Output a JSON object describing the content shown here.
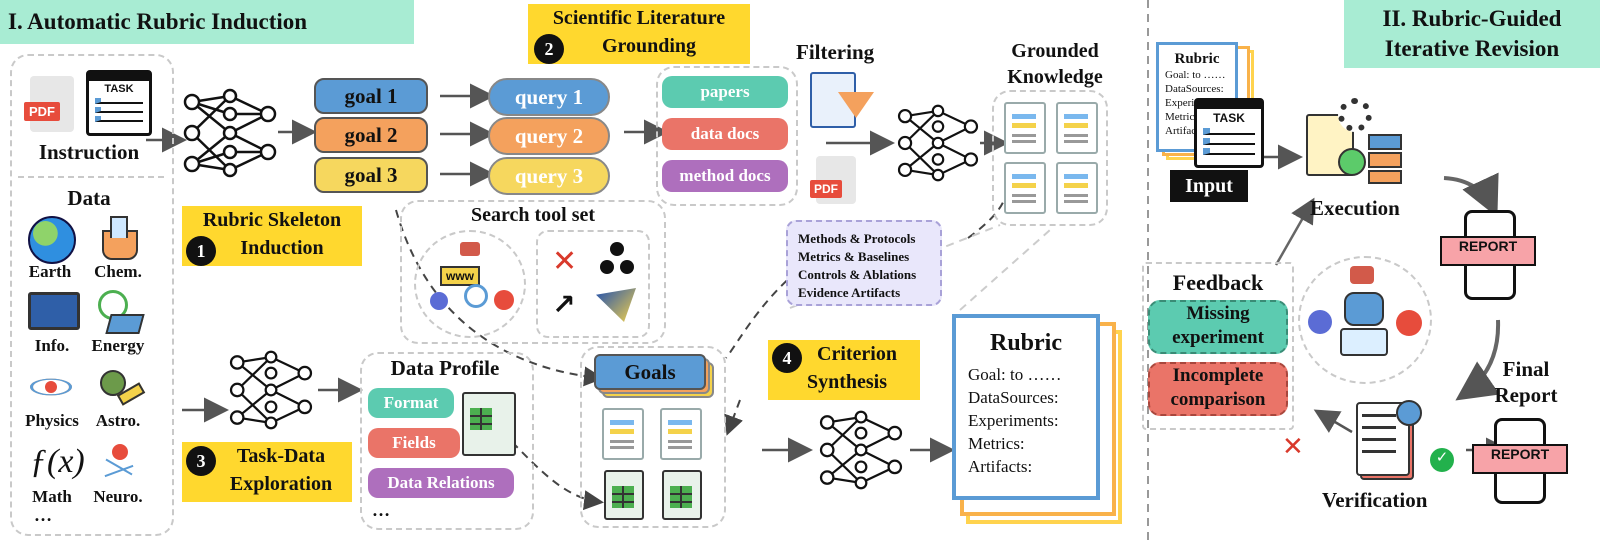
{
  "sections": {
    "left_title": "I. Automatic Rubric Induction",
    "right_title_line1": "II. Rubric-Guided",
    "right_title_line2": "Iterative Revision"
  },
  "inputs": {
    "instruction_label": "Instruction",
    "data_label": "Data",
    "pdf_tag": "PDF",
    "task_tag": "TASK",
    "domains": [
      "Earth",
      "Chem.",
      "Info.",
      "Energy",
      "Physics",
      "Astro.",
      "Math",
      "Neuro."
    ],
    "ellipsis": "…"
  },
  "stage1": {
    "number": "1",
    "line1": "Rubric Skeleton",
    "line2": "Induction"
  },
  "stage2": {
    "number": "2",
    "line1": "Scientific Literature",
    "line2": "Grounding"
  },
  "stage3": {
    "number": "3",
    "line1": "Task-Data",
    "line2": "Exploration"
  },
  "stage4": {
    "number": "4",
    "line1": "Criterion",
    "line2": "Synthesis"
  },
  "goals": [
    "goal 1",
    "goal 2",
    "goal 3"
  ],
  "queries": [
    "query 1",
    "query 2",
    "query 3"
  ],
  "sources": [
    "papers",
    "data docs",
    "method docs"
  ],
  "filtering_label": "Filtering",
  "grounded_knowledge": {
    "line1": "Grounded",
    "line2": "Knowledge"
  },
  "search_tool_set": "Search tool set",
  "www_label": "www",
  "knowledge_types": [
    "Methods & Protocols",
    "Metrics & Baselines",
    "Controls & Ablations",
    "Evidence Artifacts"
  ],
  "data_profile": {
    "title": "Data Profile",
    "items": [
      "Format",
      "Fields",
      "Data Relations"
    ],
    "ellipsis": "…"
  },
  "goals_stack_label": "Goals",
  "rubric_card": {
    "title": "Rubric",
    "lines": [
      "Goal: to ……",
      "DataSources:",
      "Experiments:",
      "Metrics:",
      "Artifacts:"
    ]
  },
  "input_card": {
    "title": "Rubric",
    "lines": [
      "Goal: to ……",
      "DataSources:",
      "Experiments:",
      "Metrics:",
      "Artifacts:"
    ],
    "task_tag": "TASK",
    "input_label": "Input"
  },
  "loop": {
    "execution": "Execution",
    "report_tag": "REPORT",
    "verification": "Verification",
    "final_report_line1": "Final",
    "final_report_line2": "Report",
    "feedback_title": "Feedback",
    "feedback_items": [
      "Missing experiment",
      "Incomplete comparison"
    ]
  },
  "colors": {
    "section_banner": "#a8ecd3",
    "stage_yellow": "#ffd82e",
    "goal_blue": "#5b9bd5",
    "goal_orange": "#f4a15d",
    "goal_yellow": "#f6d75e",
    "papers_teal": "#5ccbb0",
    "data_docs_red": "#ea7468",
    "method_docs_purple": "#ae6fbd",
    "knowledge_box": "#e9e7fb",
    "rubric_border_blue": "#5b9bd5",
    "rubric_shadow_yellow": "#ffd34e"
  },
  "icons": [
    "pdf-icon",
    "task-icon",
    "neural-network-icon",
    "earth-icon",
    "chemistry-icon",
    "computer-icon",
    "energy-icon",
    "atom-icon",
    "astronomy-icon",
    "math-function-icon",
    "neuron-icon",
    "filter-icon",
    "document-icon",
    "spreadsheet-icon",
    "search-engine-icon",
    "robot-icon",
    "report-icon",
    "checklist-icon",
    "gear-icon",
    "check-icon",
    "cross-icon"
  ]
}
